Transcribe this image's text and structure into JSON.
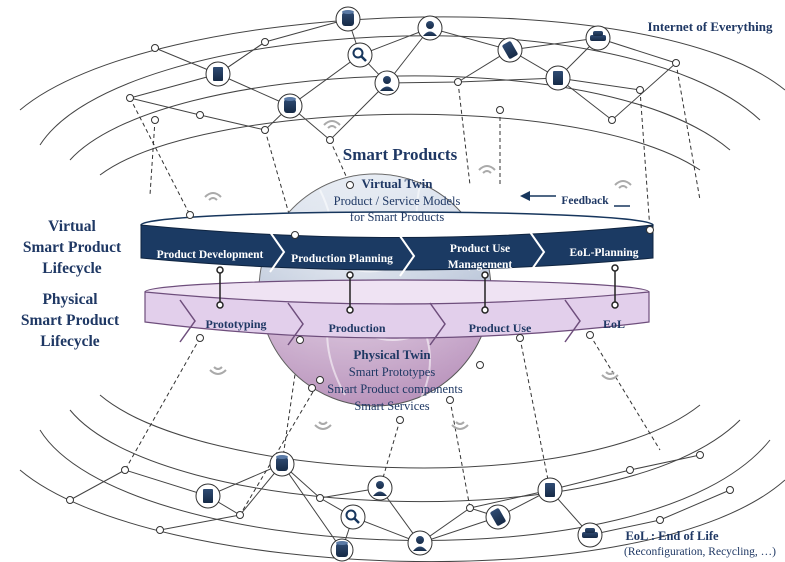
{
  "header": {
    "iot_label": "Internet of Everything"
  },
  "sphere": {
    "title": "Smart Products",
    "virtual_twin": {
      "title": "Virtual Twin",
      "lines": [
        "Product / Service Models",
        "for Smart Products"
      ]
    },
    "physical_twin": {
      "title": "Physical Twin",
      "lines": [
        "Smart Prototypes",
        "Smart Product components",
        "Smart Services"
      ]
    }
  },
  "feedback_label": "Feedback",
  "virtual_lifecycle": {
    "label_lines": [
      "Virtual",
      "Smart Product",
      "Lifecycle"
    ],
    "stages": [
      {
        "lines": [
          "Product Development"
        ]
      },
      {
        "lines": [
          "Production Planning"
        ]
      },
      {
        "lines": [
          "Product Use",
          "Management"
        ]
      },
      {
        "lines": [
          "EoL-Planning"
        ]
      }
    ]
  },
  "physical_lifecycle": {
    "label_lines": [
      "Physical",
      "Smart Product",
      "Lifecycle"
    ],
    "stages": [
      {
        "lines": [
          "Prototyping"
        ]
      },
      {
        "lines": [
          "Production"
        ]
      },
      {
        "lines": [
          "Product Use"
        ]
      },
      {
        "lines": [
          "EoL"
        ]
      }
    ]
  },
  "footer": {
    "eol_title": "EoL : End of Life",
    "eol_detail": "(Reconfiguration, Recycling, …)"
  },
  "icon_nodes_top": [
    "database-icon",
    "person-icon",
    "smartphone-icon",
    "car-icon",
    "document-icon",
    "search-icon",
    "person-icon",
    "database-icon",
    "document-icon",
    "document-icon"
  ],
  "icon_nodes_bottom": [
    "database-icon",
    "document-icon",
    "person-icon",
    "search-icon",
    "person-icon",
    "smartphone-icon",
    "document-icon",
    "car-icon",
    "database-icon"
  ],
  "colors": {
    "virtual_band": "#17365d",
    "physical_band": "#e4d2ec",
    "sphere_top": "#c9d3e3",
    "sphere_bottom": "#c8a6c8",
    "network_line": "#333333",
    "title_text": "#1f3864"
  }
}
